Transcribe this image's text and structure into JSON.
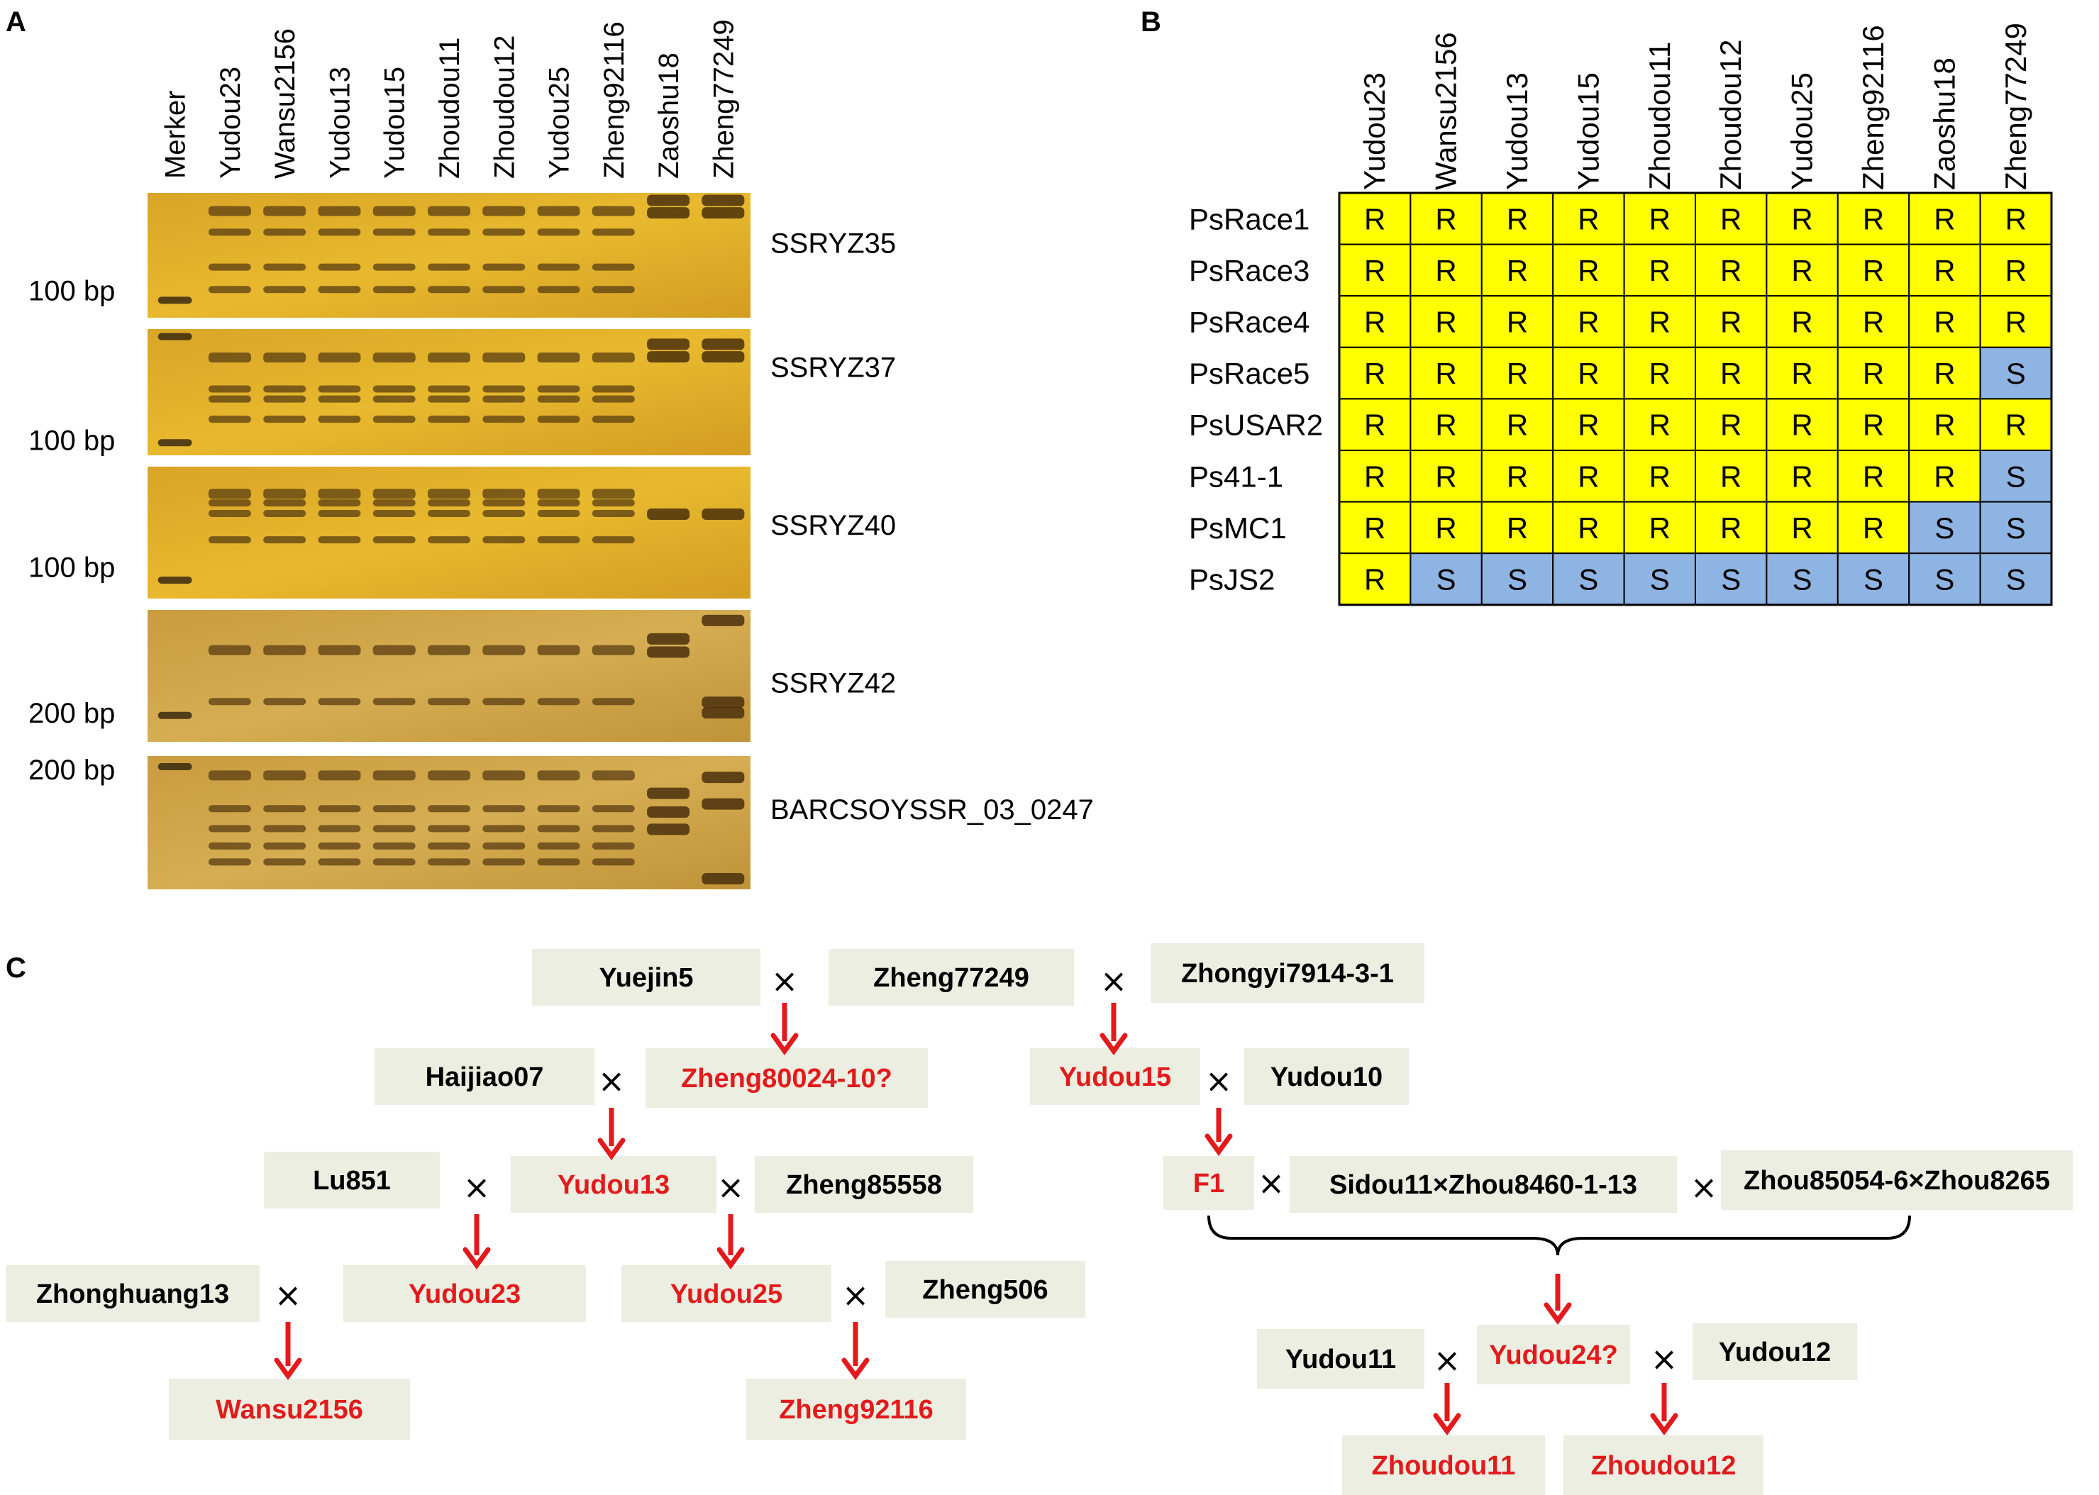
{
  "panels": {
    "A": "A",
    "B": "B",
    "C": "C"
  },
  "gel": {
    "lanes": [
      "Merker",
      "Yudou23",
      "Wansu2156",
      "Yudou13",
      "Yudou15",
      "Zhoudou11",
      "Zhoudou12",
      "Yudou25",
      "Zheng92116",
      "Zaoshu18",
      "Zheng77249"
    ],
    "markers": [
      {
        "name": "SSRYZ35",
        "size_label": "100 bp"
      },
      {
        "name": "SSRYZ37",
        "size_label": "100 bp"
      },
      {
        "name": "SSRYZ40",
        "size_label": "100 bp"
      },
      {
        "name": "SSRYZ42",
        "size_label": "200 bp"
      },
      {
        "name": "BARCSOYSSR_03_0247",
        "size_label": "200 bp"
      }
    ]
  },
  "resistance_table": {
    "columns": [
      "Yudou23",
      "Wansu2156",
      "Yudou13",
      "Yudou15",
      "Zhoudou11",
      "Zhoudou12",
      "Yudou25",
      "Zheng92116",
      "Zaoshu18",
      "Zheng77249"
    ],
    "rows": [
      {
        "isolate": "PsRace1",
        "values": [
          "R",
          "R",
          "R",
          "R",
          "R",
          "R",
          "R",
          "R",
          "R",
          "R"
        ]
      },
      {
        "isolate": "PsRace3",
        "values": [
          "R",
          "R",
          "R",
          "R",
          "R",
          "R",
          "R",
          "R",
          "R",
          "R"
        ]
      },
      {
        "isolate": "PsRace4",
        "values": [
          "R",
          "R",
          "R",
          "R",
          "R",
          "R",
          "R",
          "R",
          "R",
          "R"
        ]
      },
      {
        "isolate": "PsRace5",
        "values": [
          "R",
          "R",
          "R",
          "R",
          "R",
          "R",
          "R",
          "R",
          "R",
          "S"
        ]
      },
      {
        "isolate": "PsUSAR2",
        "values": [
          "R",
          "R",
          "R",
          "R",
          "R",
          "R",
          "R",
          "R",
          "R",
          "R"
        ]
      },
      {
        "isolate": "Ps41-1",
        "values": [
          "R",
          "R",
          "R",
          "R",
          "R",
          "R",
          "R",
          "R",
          "R",
          "S"
        ]
      },
      {
        "isolate": "PsMC1",
        "values": [
          "R",
          "R",
          "R",
          "R",
          "R",
          "R",
          "R",
          "R",
          "S",
          "S"
        ]
      },
      {
        "isolate": "PsJS2",
        "values": [
          "R",
          "S",
          "S",
          "S",
          "S",
          "S",
          "S",
          "S",
          "S",
          "S"
        ]
      }
    ],
    "colors": {
      "R": "#ffff00",
      "S": "#8eb4e3"
    }
  },
  "pedigree": {
    "cross_symbol": "×",
    "nodes": {
      "yuejin5": "Yuejin5",
      "zheng77249": "Zheng77249",
      "zhongyi": "Zhongyi7914-3-1",
      "haijiao07": "Haijiao07",
      "zheng80024": "Zheng80024-10?",
      "yudou15": "Yudou15",
      "yudou10": "Yudou10",
      "lu851": "Lu851",
      "yudou13": "Yudou13",
      "zheng85558": "Zheng85558",
      "f1": "F1",
      "sidou_cross": "Sidou11×Zhou8460-1-13",
      "zhou_cross": "Zhou85054-6×Zhou8265",
      "zhonghuang13": "Zhonghuang13",
      "yudou23": "Yudou23",
      "yudou25": "Yudou25",
      "zheng506": "Zheng506",
      "wansu2156": "Wansu2156",
      "zheng92116": "Zheng92116",
      "yudou11": "Yudou11",
      "yudou24": "Yudou24?",
      "yudou12": "Yudou12",
      "zhoudou11": "Zhoudou11",
      "zhoudou12": "Zhoudou12"
    },
    "colors": {
      "box": "#ebeee0",
      "parent_text": "#000000",
      "offspring_text": "#e31a1c",
      "arrow": "#e31a1c"
    }
  }
}
